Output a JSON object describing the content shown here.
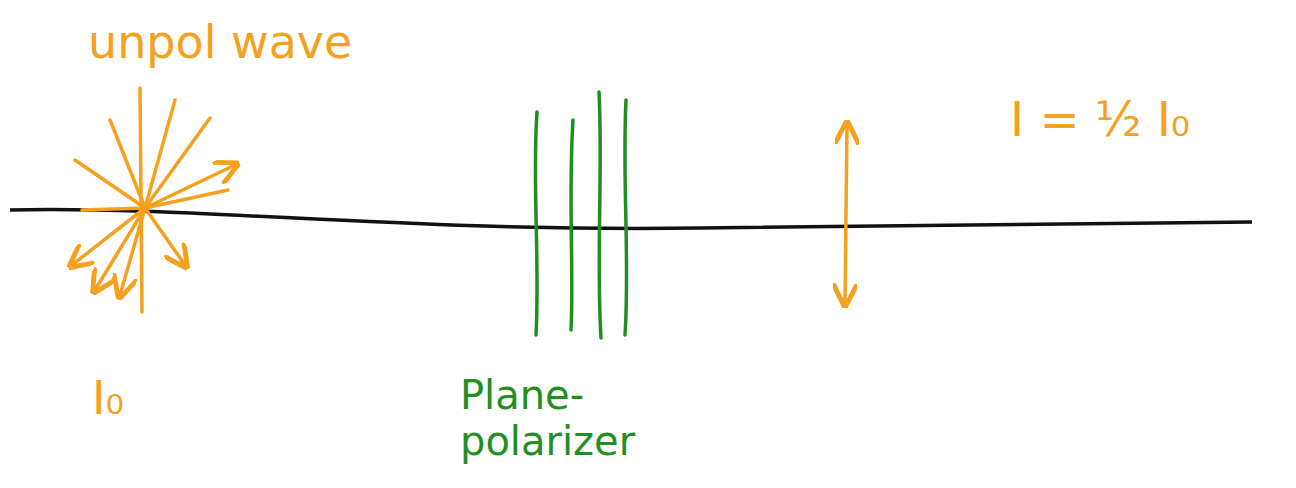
{
  "diagram": {
    "labels": [
      "unpol wave",
      "I₀",
      "Plane-polarizer",
      "I = ½ I₀"
    ]
  }
}
